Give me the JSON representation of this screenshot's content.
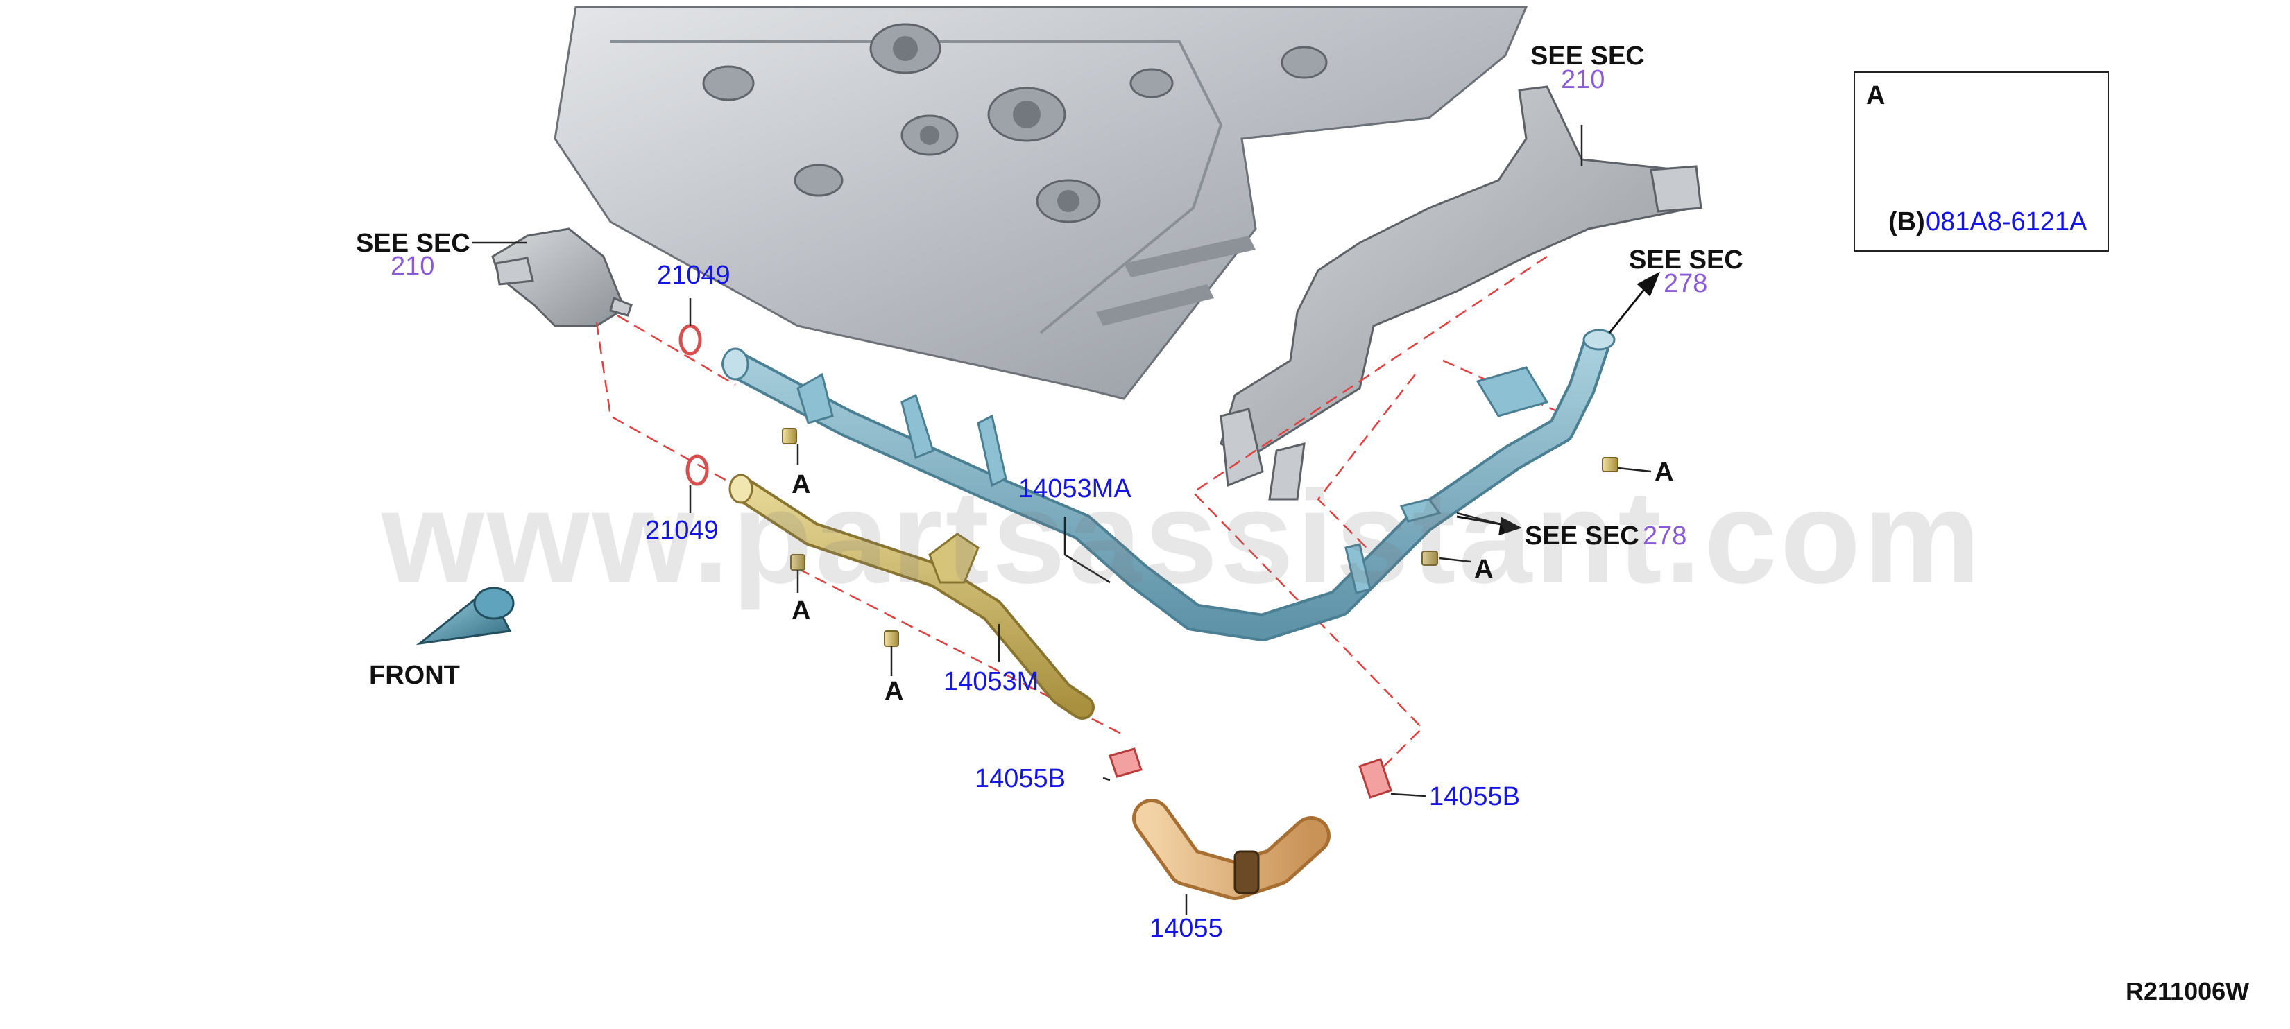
{
  "diagram": {
    "figure_code": "R211006W",
    "front_label": "FRONT",
    "watermark": "www.partsassistant.com",
    "callouts": {
      "see_sec_210_left": {
        "text": "SEE SEC",
        "sec": "210"
      },
      "see_sec_210_top": {
        "text": "SEE SEC",
        "sec": "210"
      },
      "see_sec_278_top": {
        "text": "SEE SEC",
        "sec": "278"
      },
      "see_sec_278_mid": {
        "text": "SEE SEC",
        "sec": "278"
      }
    },
    "parts": {
      "p21049_a": "21049",
      "p21049_b": "21049",
      "p14053MA": "14053MA",
      "p14053M": "14053M",
      "p14055B_left": "14055B",
      "p14055B_right": "14055B",
      "p14055": "14055"
    },
    "bolt_refs": [
      "A",
      "A",
      "A",
      "A",
      "A"
    ],
    "legend": {
      "title": "A",
      "prefix": "(B)",
      "part": "081A8-6121A"
    },
    "colors": {
      "blue_pipe": "#7fb0c4",
      "gold_pipe": "#c9b46a",
      "hose": "#e8b880",
      "clamp": "#e06a6a",
      "engine": "#b8bcc2",
      "dash_line": "#e04040",
      "part_number": "#1414e6",
      "section_number": "#8a5bd6"
    }
  }
}
